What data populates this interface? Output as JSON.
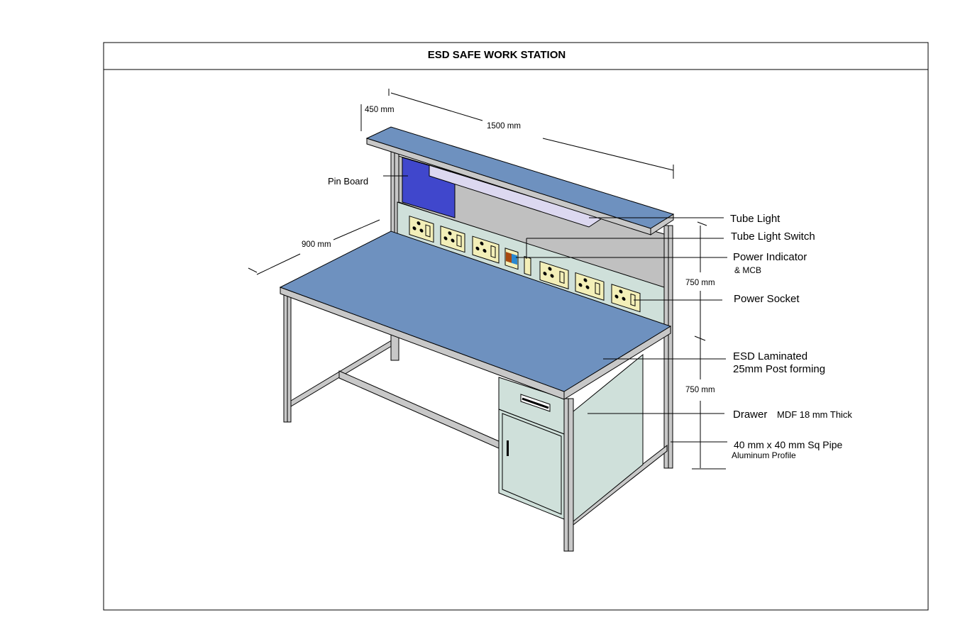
{
  "title": "ESD SAFE WORK STATION",
  "dimensions": {
    "depth_top": "450 mm",
    "length": "1500 mm",
    "depth": "900 mm",
    "height_upper": "750 mm",
    "height_lower": "750 mm"
  },
  "labels": {
    "pin_board": "Pin Board",
    "tube_light": "Tube Light",
    "tube_light_switch": "Tube Light Switch",
    "power_indicator": "Power Indicator",
    "mcb": "& MCB",
    "power_socket": "Power Socket",
    "esd_laminated": "ESD Laminated",
    "post_forming": "25mm Post forming",
    "drawer": "Drawer",
    "drawer_spec": "MDF 18 mm Thick",
    "pipe": "40 mm x 40 mm Sq Pipe",
    "profile": "Aluminum Profile"
  },
  "colors": {
    "laminate": "#6e91bf",
    "pin_board": "#4047cc",
    "panel": "#c0c0c0",
    "strip": "#cfe0da",
    "socket": "#f3efb8",
    "tube": "#dcd8f0",
    "frame": "#c8c8c8"
  }
}
